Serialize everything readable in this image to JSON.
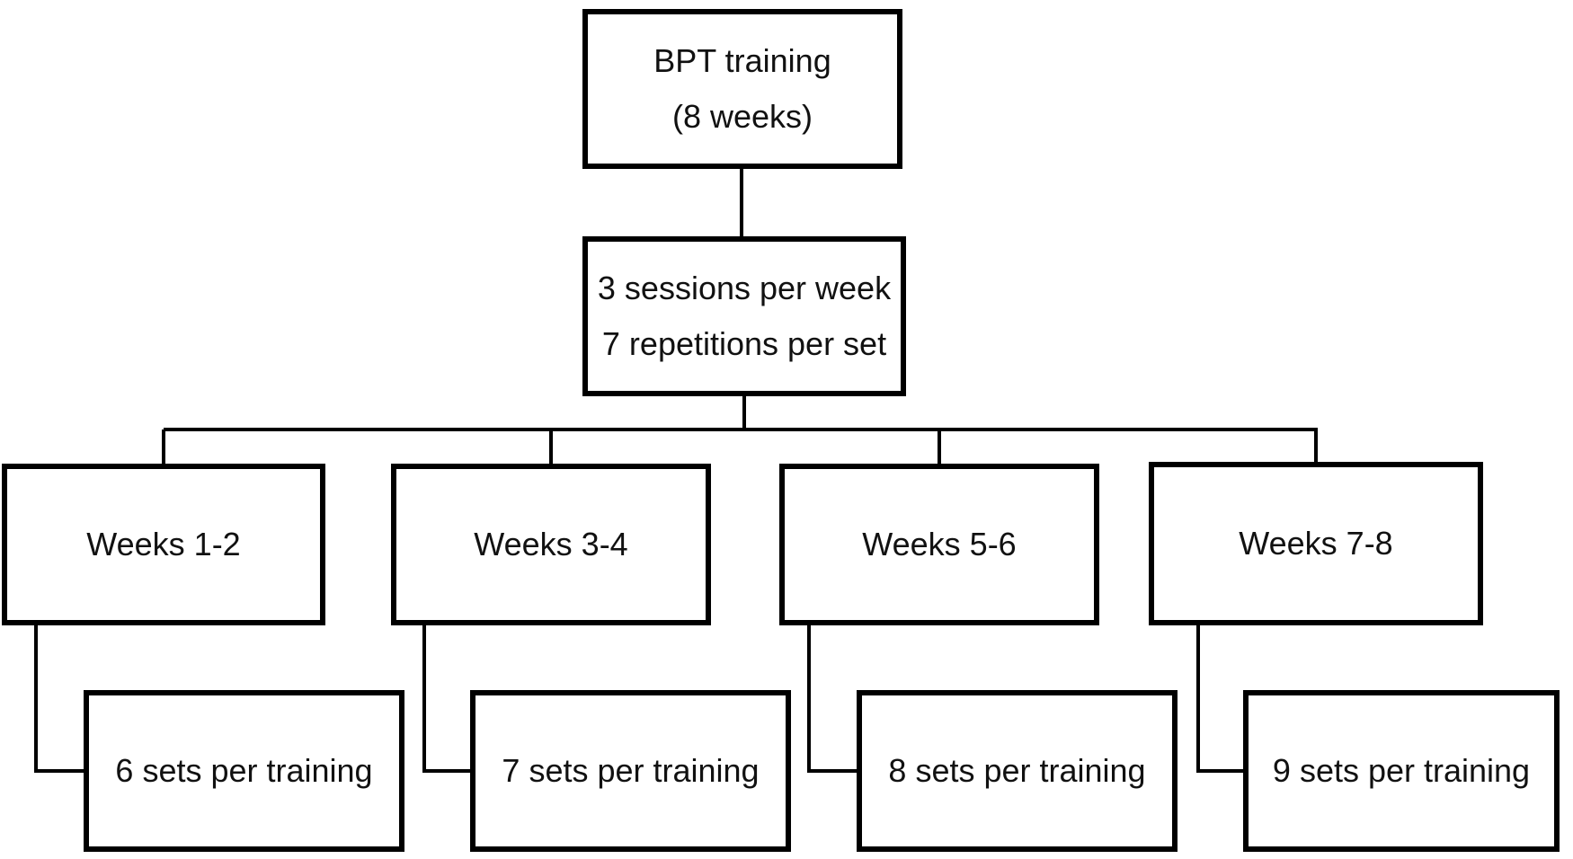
{
  "theme": {
    "line_color": "#000000",
    "background_color": "#ffffff",
    "text_color": "#111111"
  },
  "diagram": {
    "root": {
      "line1": "BPT training",
      "line2": "(8 weeks)"
    },
    "schedule": {
      "line1": "3 sessions per week",
      "line2": "7 repetitions per set"
    },
    "phases": [
      {
        "label": "Weeks 1-2",
        "detail": "6 sets per training"
      },
      {
        "label": "Weeks 3-4",
        "detail": "7 sets per training"
      },
      {
        "label": "Weeks 5-6",
        "detail": "8 sets per training"
      },
      {
        "label": "Weeks 7-8",
        "detail": "9 sets per training"
      }
    ]
  }
}
